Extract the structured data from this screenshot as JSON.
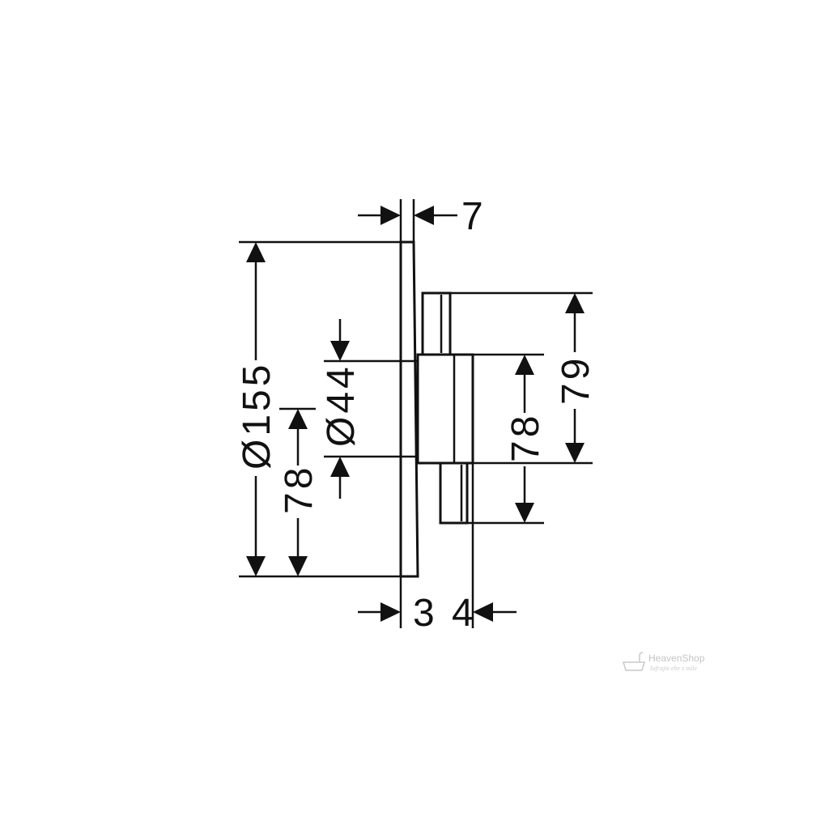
{
  "dimensions": {
    "plate_thickness": "7",
    "total_depth": "3 4",
    "plate_diameter": "Ø155",
    "hub_diameter": "Ø44",
    "left_offset": "78",
    "right_inner": "78",
    "right_outer": "79"
  },
  "watermark": {
    "brand": "HeavenShop",
    "tagline": "Iufrajte ebe s mile"
  },
  "colors": {
    "line": "#111111",
    "background": "#ffffff",
    "watermark": "#c4c4c4"
  }
}
